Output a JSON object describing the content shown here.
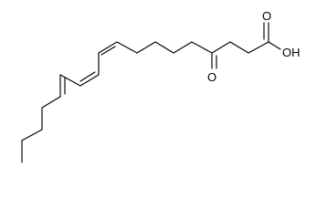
{
  "molecule": {
    "atom_labels": {
      "hydroxyl": "OH",
      "acid_carbonyl_oxygen": "O",
      "ketone_oxygen": "O"
    },
    "colors": {
      "bond": "#000000",
      "background": "#ffffff"
    }
  }
}
